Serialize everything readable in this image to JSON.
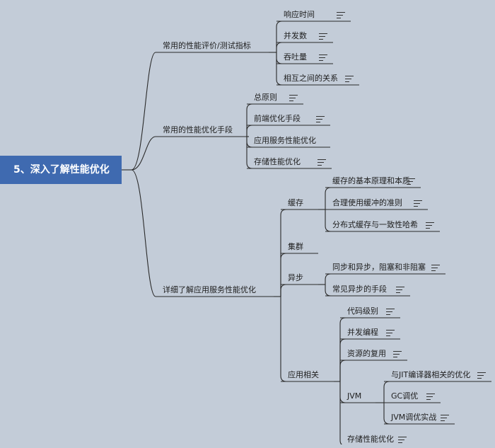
{
  "root": {
    "label": "5、深入了解性能优化"
  },
  "branches": [
    {
      "id": "perf-metrics",
      "label": "常用的性能评价/测试指标",
      "children": [
        {
          "id": "response-time",
          "label": "响应时间",
          "note": true
        },
        {
          "id": "concurrency",
          "label": "并发数",
          "note": true
        },
        {
          "id": "throughput",
          "label": "吞吐量",
          "note": true
        },
        {
          "id": "relationship",
          "label": "相互之间的关系",
          "note": true
        }
      ]
    },
    {
      "id": "perf-means",
      "label": "常用的性能优化手段",
      "children": [
        {
          "id": "general-principles",
          "label": "总原则",
          "note": true
        },
        {
          "id": "frontend-optimization",
          "label": "前端优化手段",
          "note": true
        },
        {
          "id": "app-service-optimization",
          "label": "应用服务性能优化",
          "note": false
        },
        {
          "id": "storage-optimization",
          "label": "存储性能优化",
          "note": true
        }
      ]
    },
    {
      "id": "app-service-detail",
      "label": "详细了解应用服务性能优化",
      "children": [
        {
          "id": "cache",
          "label": "缓存",
          "children": [
            {
              "id": "cache-principle",
              "label": "缓存的基本原理和本质",
              "note": true
            },
            {
              "id": "cache-rules",
              "label": "合理使用缓冲的准则",
              "note": true
            },
            {
              "id": "distributed-cache",
              "label": "分布式缓存与一致性哈希",
              "note": true
            }
          ]
        },
        {
          "id": "cluster",
          "label": "集群"
        },
        {
          "id": "async",
          "label": "异步",
          "children": [
            {
              "id": "sync-async",
              "label": "同步和异步，阻塞和非阻塞",
              "note": true
            },
            {
              "id": "async-means",
              "label": "常见异步的手段",
              "note": true
            }
          ]
        },
        {
          "id": "app-related",
          "label": "应用相关",
          "children": [
            {
              "id": "code-level",
              "label": "代码级别",
              "note": true
            },
            {
              "id": "concurrent-programming",
              "label": "并发编程",
              "note": true
            },
            {
              "id": "resource-reuse",
              "label": "资源的复用",
              "note": true
            },
            {
              "id": "jvm",
              "label": "JVM",
              "children": [
                {
                  "id": "jit-optimization",
                  "label": "与JIT编译器相关的优化",
                  "note": true
                },
                {
                  "id": "gc-tuning",
                  "label": "GC调优",
                  "note": true
                },
                {
                  "id": "jvm-tuning-practice",
                  "label": "JVM调优实战",
                  "note": true
                }
              ]
            },
            {
              "id": "storage-optimization-2",
              "label": "存储性能优化",
              "note": true
            }
          ]
        }
      ]
    }
  ],
  "colors": {
    "background": "#c3ccd8",
    "root_fill": "#3f6ab0",
    "root_text": "#ffffff",
    "line": "#2a2a2a",
    "text": "#1e1e1e"
  }
}
